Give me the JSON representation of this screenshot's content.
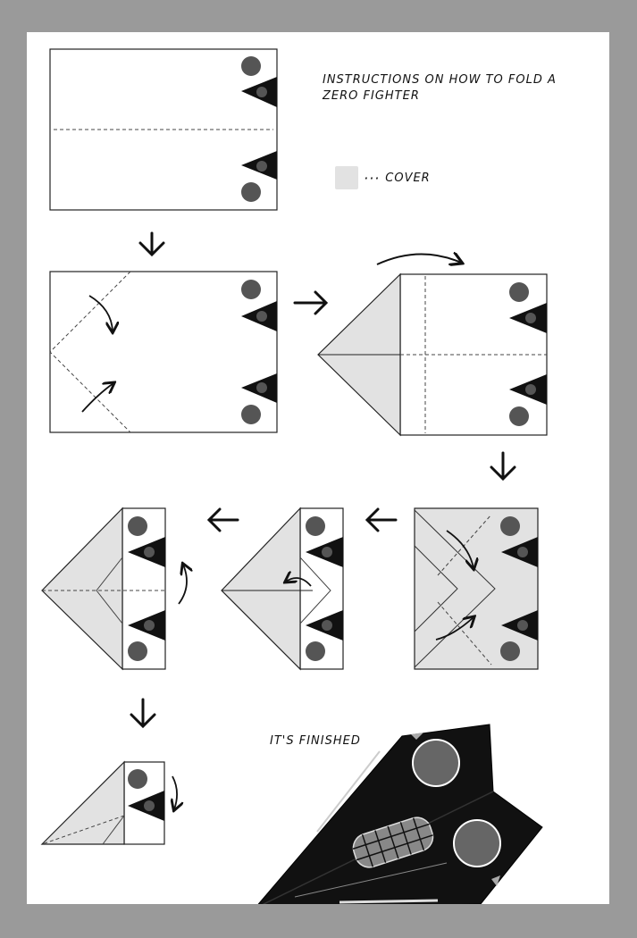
{
  "title": "INSTRUCTIONS ON HOW TO FOLD A ZERO FIGHTER",
  "legend": {
    "symbol": "···",
    "label": "COVER",
    "swatch_color": "#e2e2e2"
  },
  "finished_label": "IT'S FINISHED",
  "colors": {
    "paper": "#ffffff",
    "cover": "#e2e2e2",
    "dark": "#111111",
    "marker": "#555555",
    "background": "#9a9a9a"
  },
  "steps": [
    {
      "id": "step-1",
      "action": "flat-sheet-with-center-fold"
    },
    {
      "id": "step-2",
      "action": "fold-corners-to-center"
    },
    {
      "id": "step-3",
      "action": "flip-over"
    },
    {
      "id": "step-4",
      "action": "fold-corners-again"
    },
    {
      "id": "step-5",
      "action": "fold-tip-back"
    },
    {
      "id": "step-6",
      "action": "fold-in-half"
    },
    {
      "id": "step-7",
      "action": "fold-wings-down"
    },
    {
      "id": "result",
      "action": "finished-zero-fighter"
    }
  ]
}
